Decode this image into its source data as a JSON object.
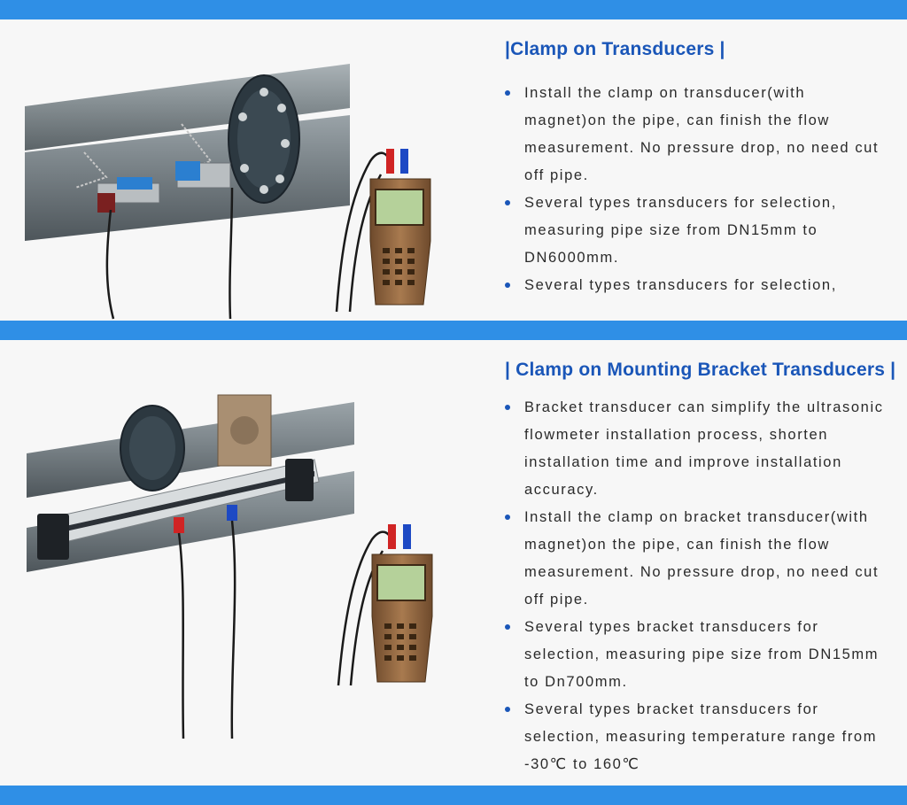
{
  "colors": {
    "band": "#2f8fe6",
    "heading": "#1a56b8",
    "bullet": "#1a56b8",
    "text": "#2a2a2a"
  },
  "section1": {
    "title": "Clamp on Transducers",
    "bullets": [
      "Install the clamp on transducer(with magnet)on the pipe, can finish the flow measurement. No pressure drop, no need cut off pipe.",
      "Several types transducers for selection, measuring pipe size from DN15mm to DN6000mm.",
      "Several types transducers for selection,"
    ]
  },
  "section2": {
    "title": "Clamp on Mounting Bracket Transducers",
    "bullets": [
      "Bracket transducer can simplify the ultrasonic flowmeter installation process, shorten installation time and improve installation accuracy.",
      "Install the clamp on bracket transducer(with magnet)on the pipe, can finish the flow measurement. No pressure drop, no need cut off pipe.",
      "Several types bracket transducers for selection, measuring pipe size from DN15mm to Dn700mm.",
      "Several types bracket transducers for selection, measuring temperature range from -30℃  to 160℃"
    ]
  }
}
